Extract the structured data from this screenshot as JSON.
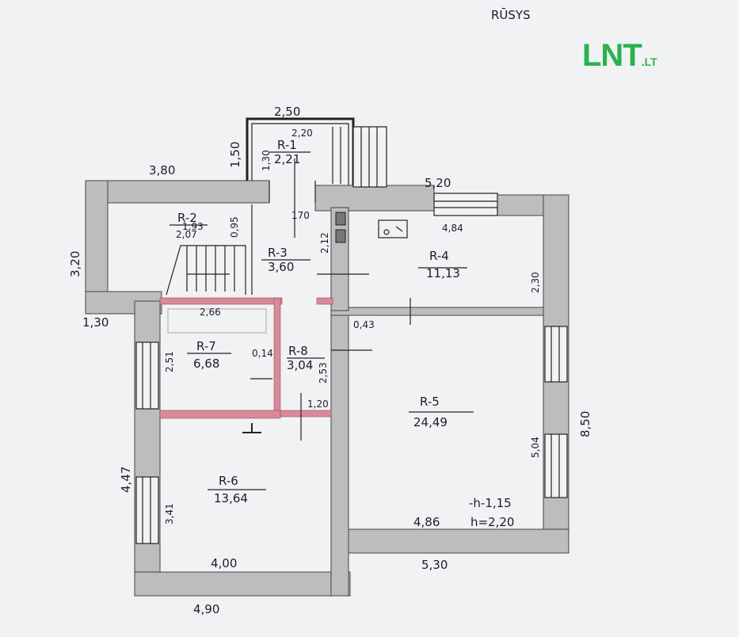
{
  "header": {
    "title": "RŪSYS"
  },
  "watermark": {
    "main": "LNT",
    "tld": ".LT",
    "color": "#2bb24c"
  },
  "colors": {
    "wall": "#bdbdbd",
    "partition": "#d98a9a",
    "line": "#1c1c2a",
    "paper": "#f1f2f4"
  },
  "rooms": [
    {
      "id": "R-1",
      "area": "2,21"
    },
    {
      "id": "R-2",
      "area": "1,93"
    },
    {
      "id": "R-3",
      "area": "3,60"
    },
    {
      "id": "R-4",
      "area": "11,13"
    },
    {
      "id": "R-5",
      "area": "24,49"
    },
    {
      "id": "R-6",
      "area": "13,64"
    },
    {
      "id": "R-7",
      "area": "6,68"
    },
    {
      "id": "R-8",
      "area": "3,04"
    }
  ],
  "dimensions": {
    "d250": "2,50",
    "d220": "2,20",
    "d150": "1,50",
    "d130": "1,30",
    "d380": "3,80",
    "d520": "5,20",
    "d484": "4,84",
    "d170": "170",
    "d095": "0,95",
    "d207": "2,07",
    "d212": "2,12",
    "d320": "3,20",
    "d230": "2,30",
    "d130b": "1,30",
    "d266": "2,66",
    "d043": "0,43",
    "d251": "2,51",
    "d014": "0,14",
    "d253": "2,53",
    "d120": "1,20",
    "d850": "8,50",
    "d504": "5,04",
    "d447": "4,47",
    "d341": "3,41",
    "d486": "4,86",
    "d400": "4,00",
    "d530": "5,30",
    "d490": "4,90"
  },
  "notes": {
    "level": "-h-1,15",
    "height": "h=2,20"
  }
}
